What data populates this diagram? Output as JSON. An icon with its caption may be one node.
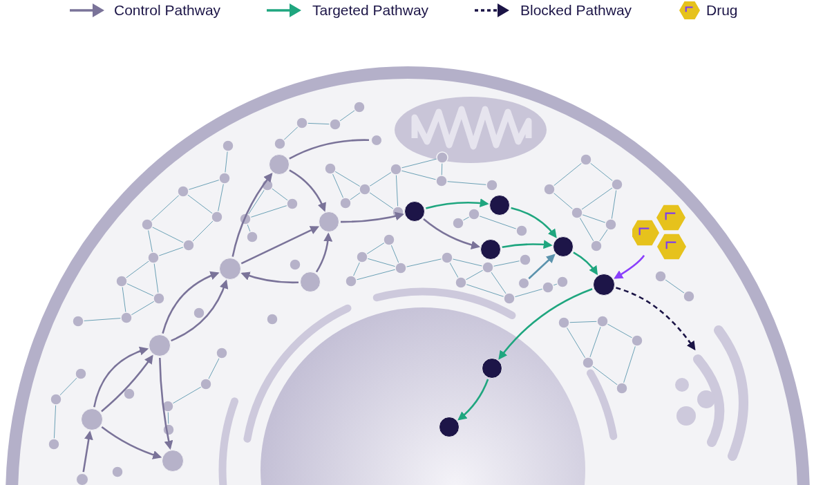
{
  "diagram": {
    "nodes": [
      {
        "text": [],
        "shape": "circle"
      },
      {
        "text": [],
        "shape": "circle"
      },
      {
        "text": [],
        "shape": "circle"
      },
      {
        "text": [],
        "shape": "circle"
      },
      {
        "text": [],
        "shape": "circle"
      },
      {
        "text": [],
        "shape": "circle"
      },
      {
        "text": [],
        "shape": "circle"
      },
      {
        "text": [],
        "shape": "circle"
      },
      {
        "text": [],
        "shape": "circle"
      },
      {
        "text": [],
        "shape": "circle"
      },
      {
        "text": [],
        "shape": "circle"
      },
      {
        "text": [],
        "shape": "circle"
      },
      {
        "text": [],
        "shape": "circle"
      },
      {
        "text": [],
        "shape": "circle"
      },
      {
        "text": [],
        "shape": "circle"
      },
      {
        "text": [],
        "shape": "picture"
      },
      {
        "text": [],
        "shape": "circle"
      },
      {
        "text": [],
        "shape": "circle"
      }
    ],
    "edges": [
      {
        "from": 0,
        "to": 1,
        "arrow": "to"
      },
      {
        "from": 1,
        "to": 3,
        "arrow": "to"
      },
      {
        "from": 1,
        "to": 3,
        "arrow": "to"
      },
      {
        "from": 1,
        "to": 2,
        "arrow": "to"
      },
      {
        "from": 3,
        "to": 2,
        "arrow": "to"
      },
      {
        "from": 3,
        "to": 4,
        "arrow": "to"
      },
      {
        "from": 3,
        "to": 4,
        "arrow": "to"
      },
      {
        "from": 4,
        "to": 5,
        "arrow": "to"
      },
      {
        "from": 4,
        "to": 6,
        "arrow": "to"
      },
      {
        "from": 7,
        "to": 4,
        "arrow": "to"
      },
      {
        "from": 7,
        "to": 6,
        "arrow": "to"
      },
      {
        "from": 5,
        "to": 6,
        "arrow": "to"
      },
      {
        "from": 5,
        "to": 16,
        "arrow": "none"
      },
      {
        "from": 6,
        "to": 8,
        "arrow": "to"
      },
      {
        "from": 8,
        "to": 10,
        "arrow": "to"
      },
      {
        "from": 8,
        "to": 9,
        "arrow": "to",
        "color": "#1fa67f"
      },
      {
        "from": 9,
        "to": 11,
        "arrow": "to",
        "color": "#1fa67f"
      },
      {
        "from": 10,
        "to": 11,
        "arrow": "to",
        "color": "#1fa67f"
      },
      {
        "from": 11,
        "to": 12,
        "arrow": "to",
        "color": "#1fa67f"
      },
      {
        "from": 12,
        "to": 13,
        "arrow": "to",
        "color": "#1fa67f"
      },
      {
        "from": 13,
        "to": 14,
        "arrow": "to",
        "color": "#1fa67f"
      },
      {
        "from": 15,
        "to": 12,
        "arrow": "to",
        "color": "#8a3ffc"
      },
      {
        "from": 12,
        "to": null,
        "arrow": "to",
        "style": "dashed",
        "color": "#1b1446"
      },
      {
        "from": 17,
        "to": 11,
        "arrow": "to",
        "color": "#5b93ad"
      }
    ],
    "legend": [
      {
        "text": "Control Pathway"
      },
      {
        "text": "Targeted Pathway"
      },
      {
        "text": "Blocked Pathway"
      },
      {
        "text": "Drug"
      }
    ]
  }
}
